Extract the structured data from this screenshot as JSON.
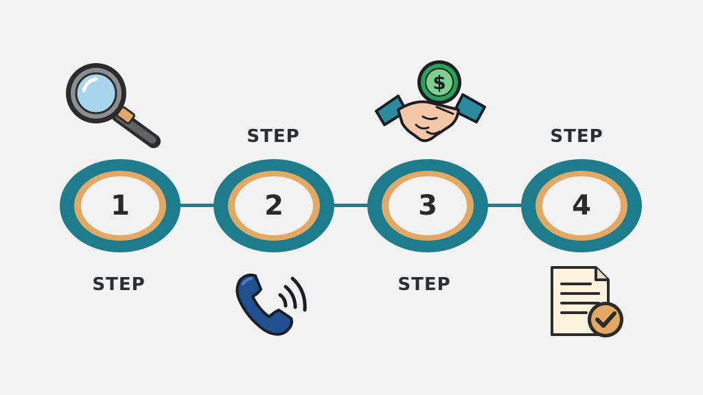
{
  "steps": [
    {
      "number": "1",
      "label": "STEP",
      "icon": "magnifying-glass-icon"
    },
    {
      "number": "2",
      "label": "STEP",
      "icon": "phone-icon"
    },
    {
      "number": "3",
      "label": "STEP",
      "icon": "handshake-money-icon"
    },
    {
      "number": "4",
      "label": "STEP",
      "icon": "document-check-icon"
    }
  ],
  "colors": {
    "ring": "#1f7c8c",
    "ring_inner": "#e2a964",
    "background": "#f2f2f2",
    "text": "#2a2f33",
    "money": "#27a35a",
    "phone": "#1f4f8f",
    "check": "#e2a964"
  }
}
